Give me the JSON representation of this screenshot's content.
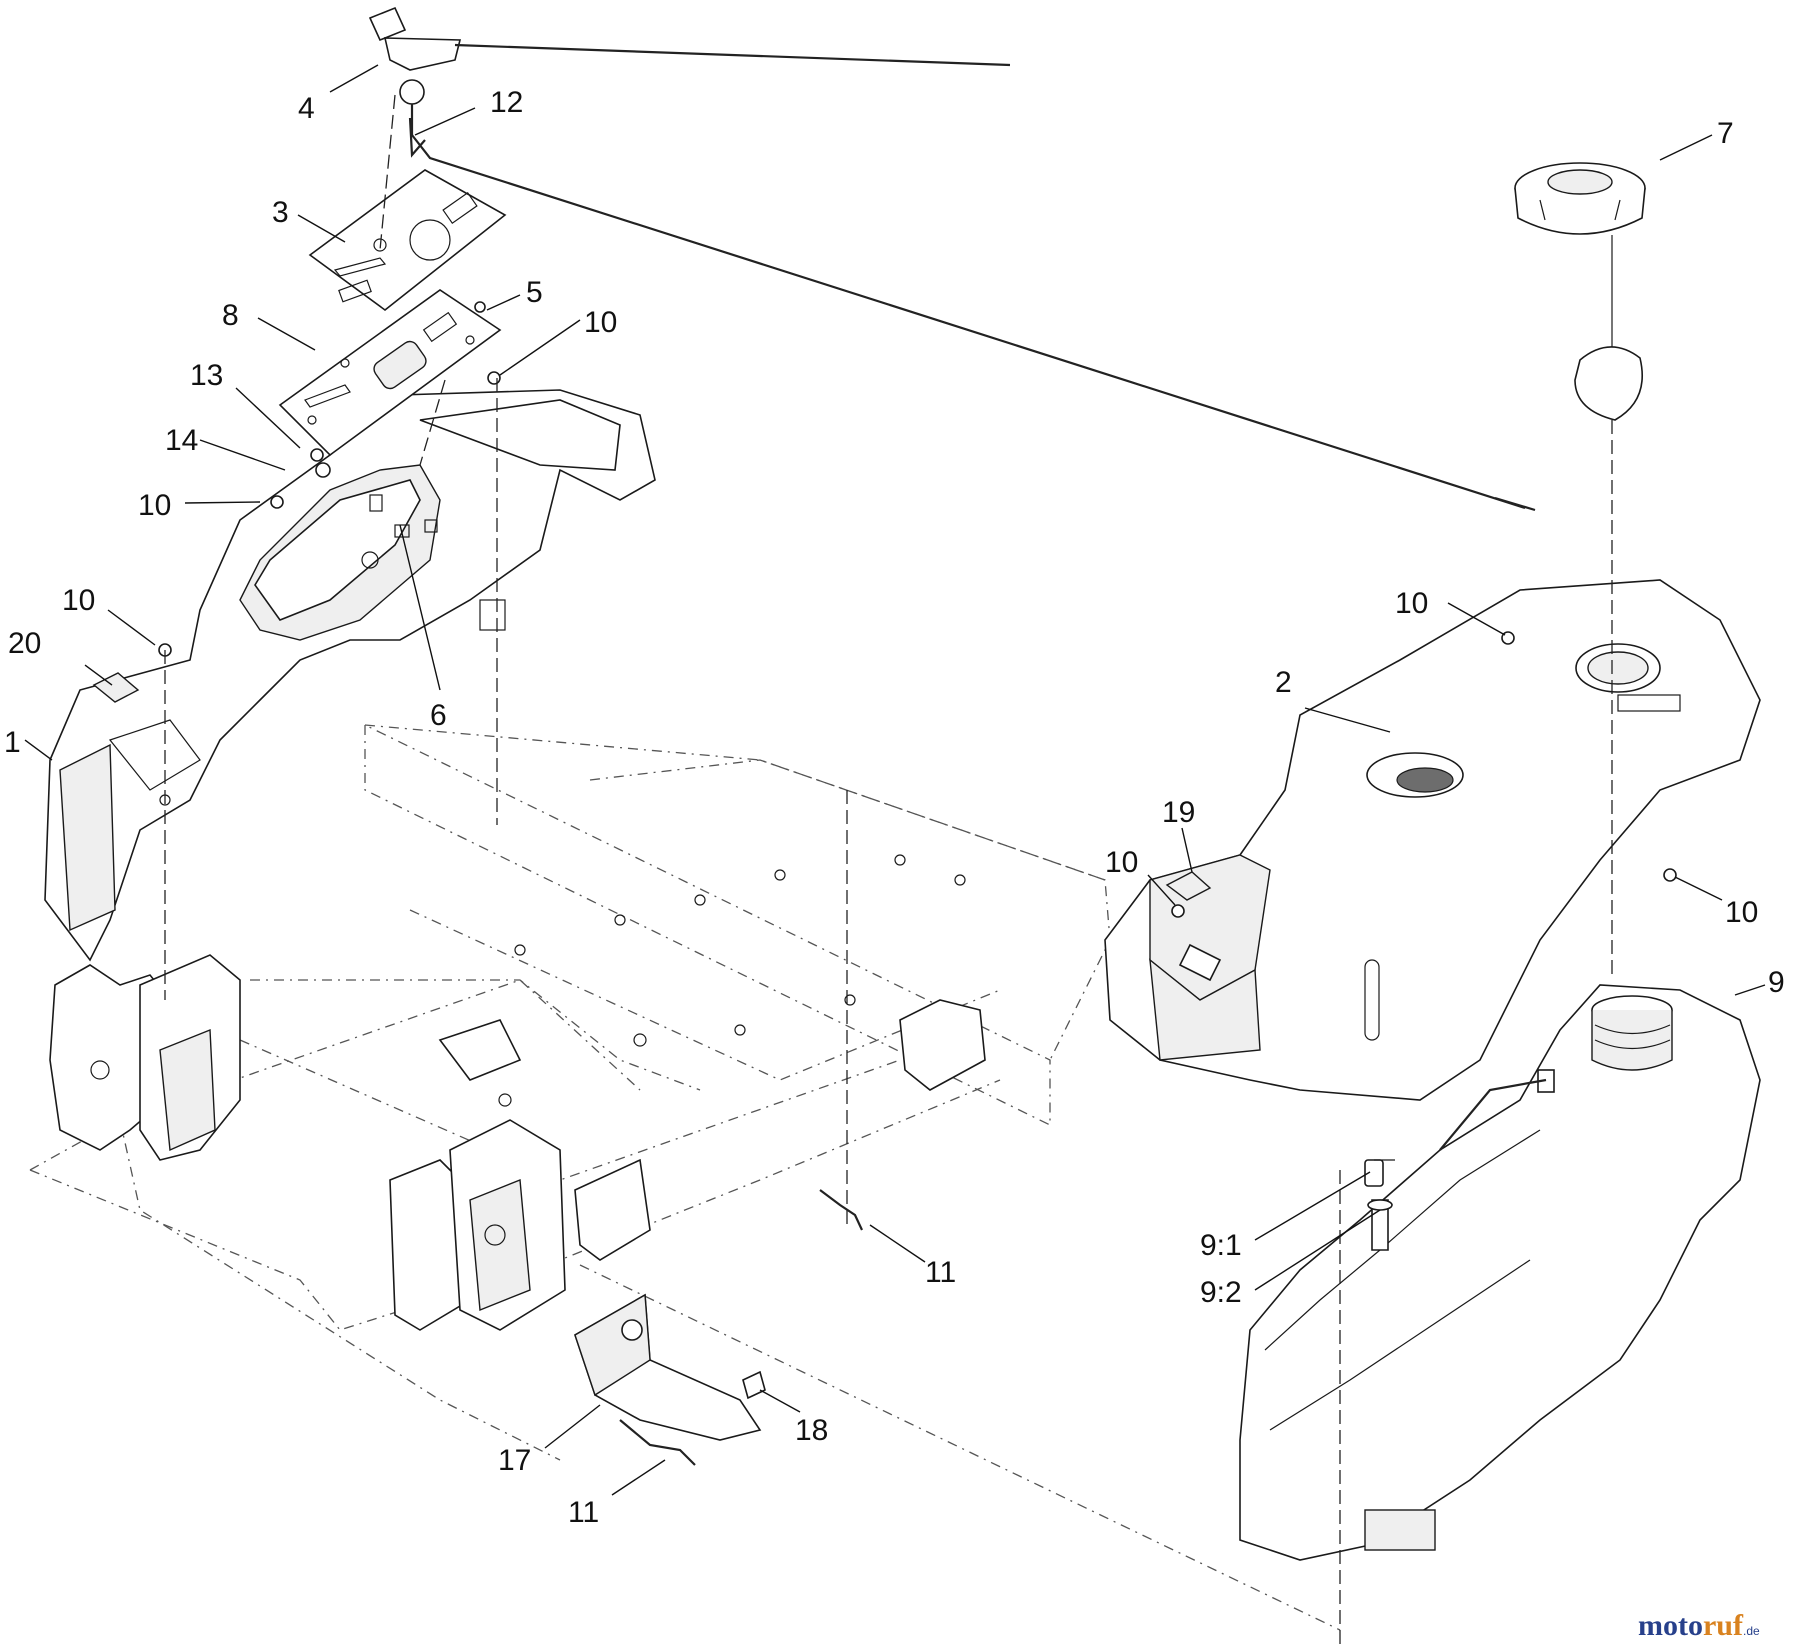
{
  "callouts": [
    {
      "id": "c-4",
      "text": "4"
    },
    {
      "id": "c-12",
      "text": "12"
    },
    {
      "id": "c-3",
      "text": "3"
    },
    {
      "id": "c-8",
      "text": "8"
    },
    {
      "id": "c-5",
      "text": "5"
    },
    {
      "id": "c-10a",
      "text": "10"
    },
    {
      "id": "c-13",
      "text": "13"
    },
    {
      "id": "c-14",
      "text": "14"
    },
    {
      "id": "c-10b",
      "text": "10"
    },
    {
      "id": "c-10c",
      "text": "10"
    },
    {
      "id": "c-20",
      "text": "20"
    },
    {
      "id": "c-1",
      "text": "1"
    },
    {
      "id": "c-6",
      "text": "6"
    },
    {
      "id": "c-7",
      "text": "7"
    },
    {
      "id": "c-10d",
      "text": "10"
    },
    {
      "id": "c-2",
      "text": "2"
    },
    {
      "id": "c-19",
      "text": "19"
    },
    {
      "id": "c-10e",
      "text": "10"
    },
    {
      "id": "c-10f",
      "text": "10"
    },
    {
      "id": "c-9",
      "text": "9"
    },
    {
      "id": "c-91",
      "text": "9:1"
    },
    {
      "id": "c-92",
      "text": "9:2"
    },
    {
      "id": "c-11a",
      "text": "11"
    },
    {
      "id": "c-18",
      "text": "18"
    },
    {
      "id": "c-17",
      "text": "17"
    },
    {
      "id": "c-11b",
      "text": "11"
    }
  ],
  "watermark": {
    "part_a": "moto",
    "part_b": "ruf",
    "part_c": ".de"
  }
}
